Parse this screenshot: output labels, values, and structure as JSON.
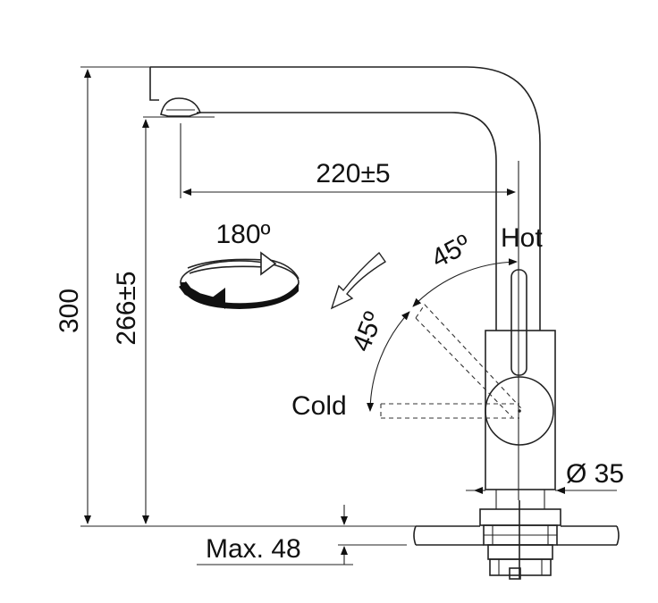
{
  "dimensions": {
    "total_height": "300",
    "spout_height": "266±5",
    "spout_reach": "220±5",
    "diameter": "Ø 35",
    "max_thickness": "Max. 48"
  },
  "rotation": {
    "spout_swivel": "180º",
    "lever_hot_angle": "45º",
    "lever_cold_angle": "45º"
  },
  "lever_labels": {
    "hot": "Hot",
    "cold": "Cold"
  }
}
